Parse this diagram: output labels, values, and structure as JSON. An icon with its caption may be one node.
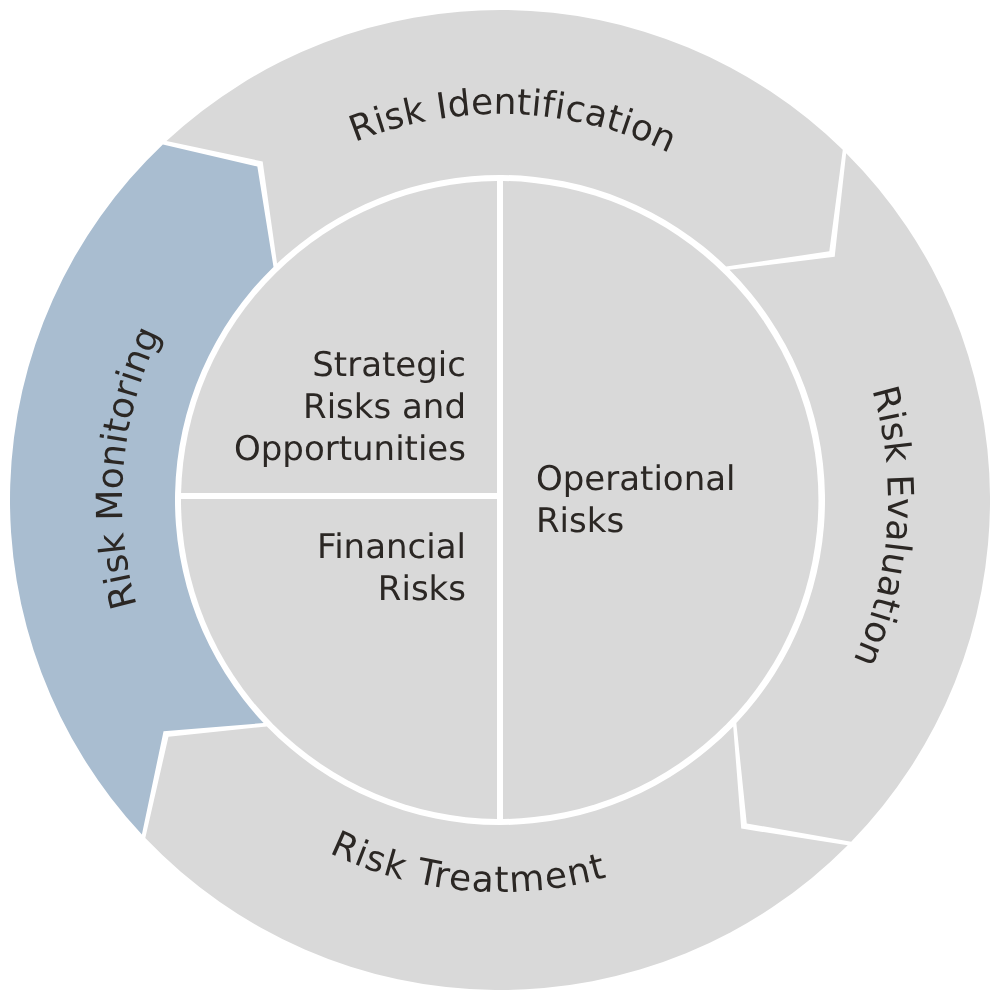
{
  "diagram": {
    "nodes": [
      {
        "text": [
          "Risk Identification"
        ]
      },
      {
        "text": [
          "Risk Evaluation"
        ]
      },
      {
        "text": [
          "Risk Treatment"
        ]
      },
      {
        "text": [
          "Risk Monitoring"
        ]
      },
      {
        "text": [
          "Strategic Risks and Opportunities"
        ]
      },
      {
        "text": [
          "Financial Risks"
        ]
      },
      {
        "text": [
          "Operational Risks"
        ]
      }
    ]
  }
}
